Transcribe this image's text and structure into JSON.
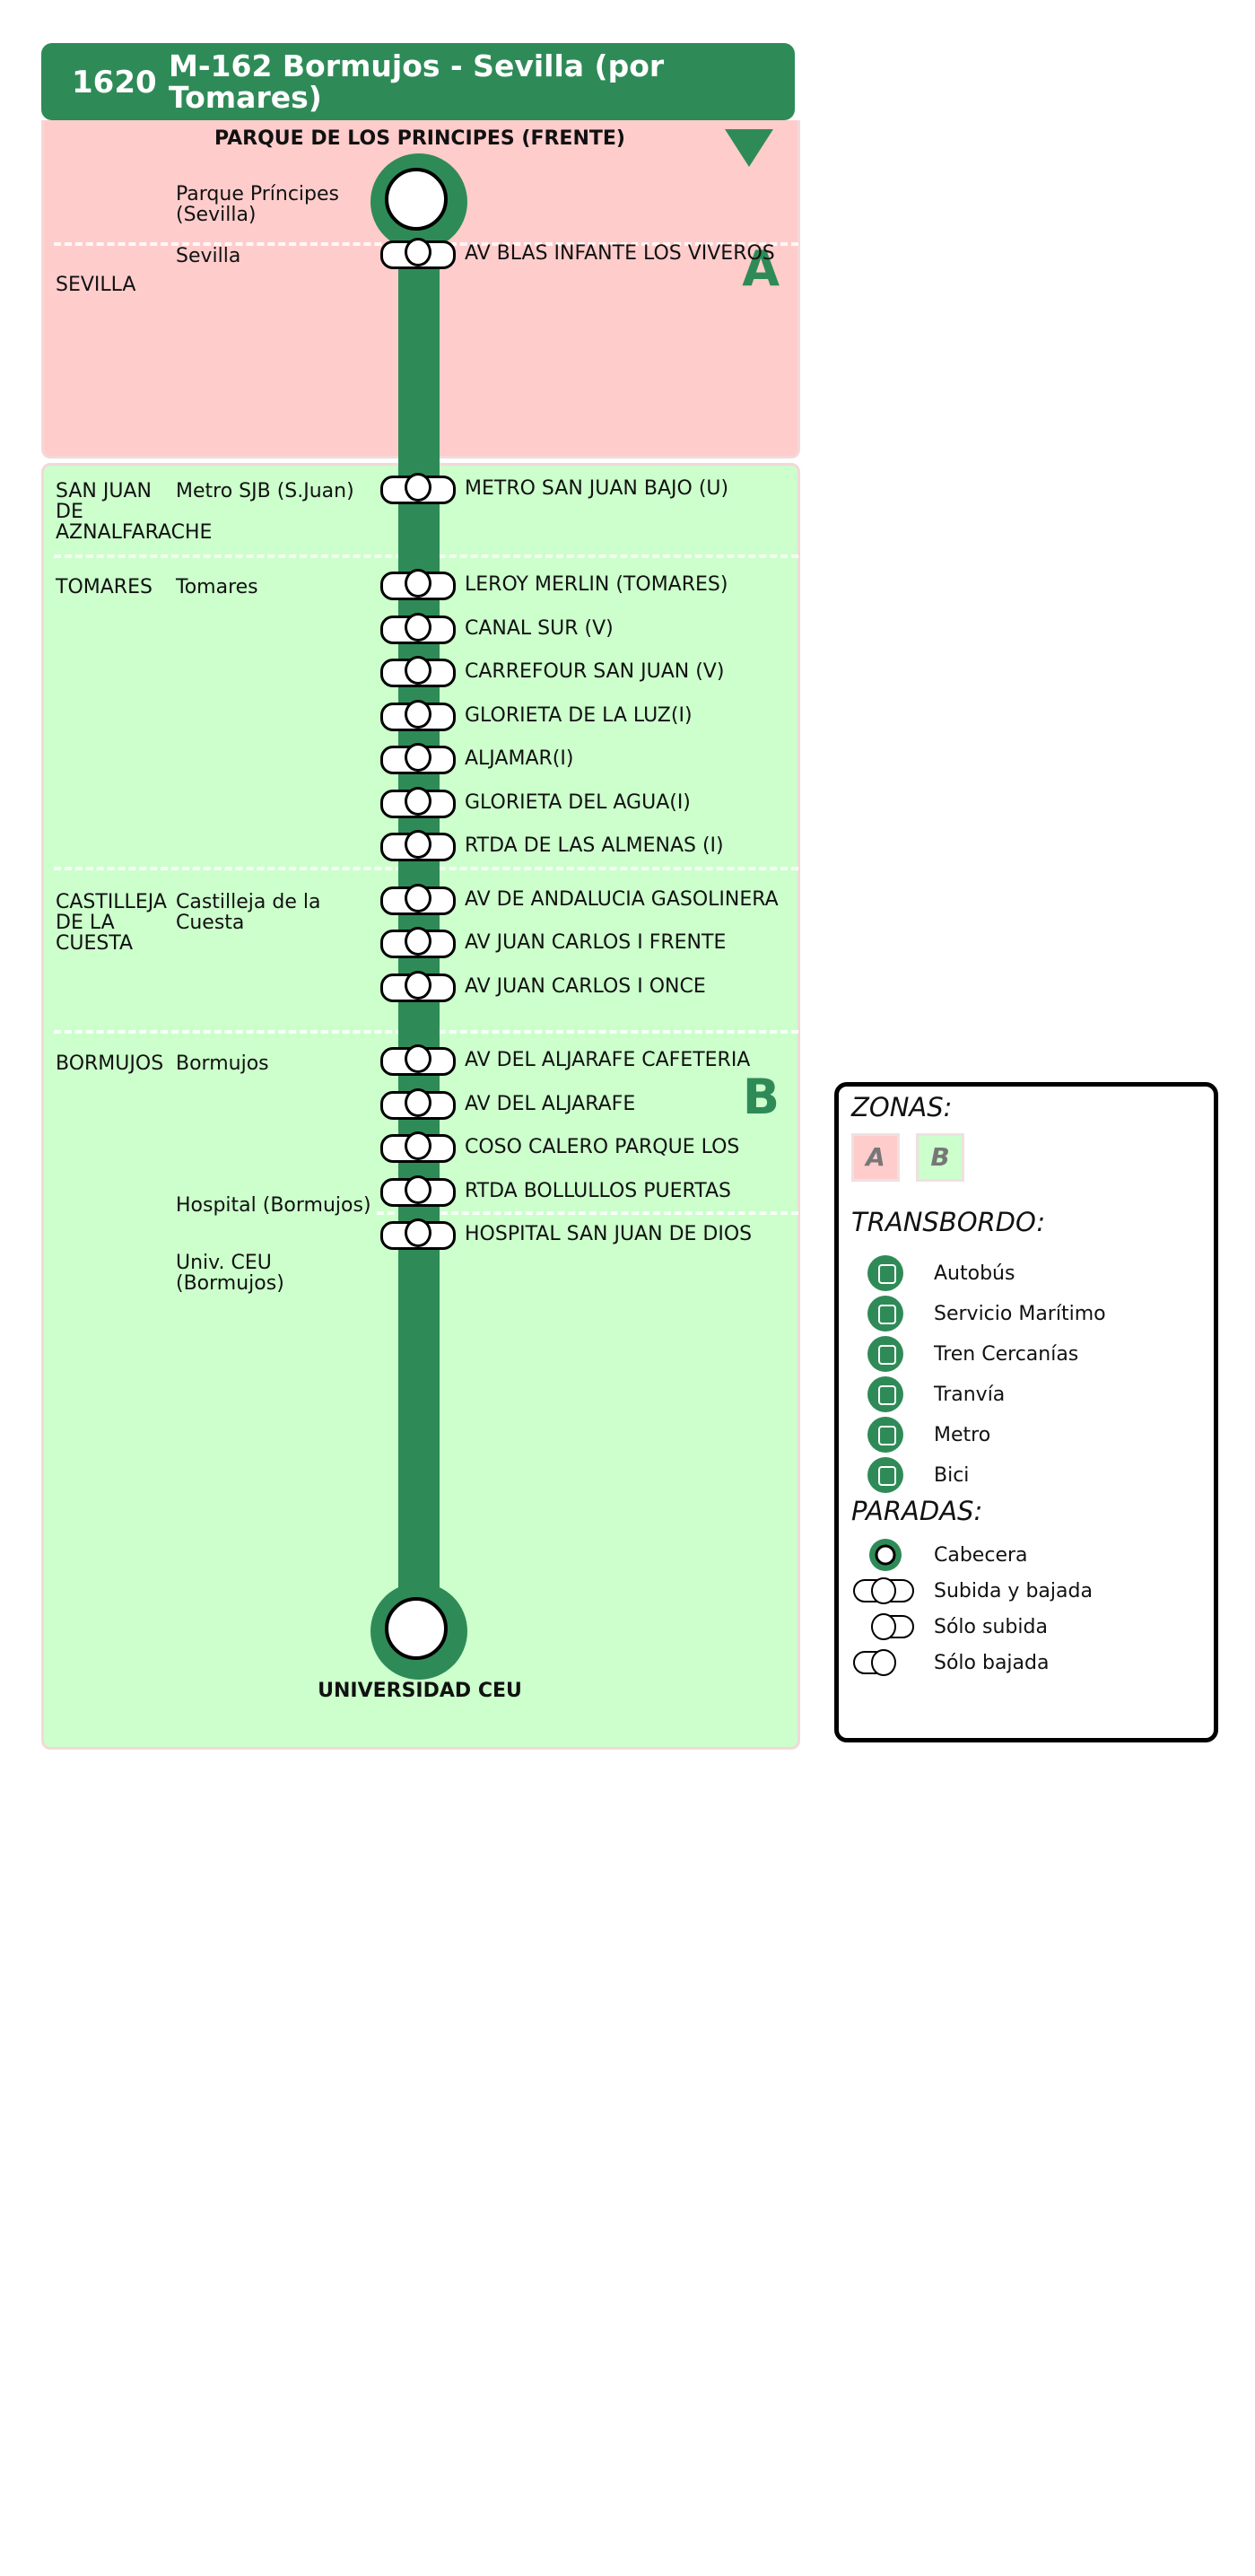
{
  "header": {
    "code": "1620",
    "title": "M-162 Bormujos - Sevilla (por Tomares)"
  },
  "route": {
    "origin": "PARQUE DE LOS PRINCIPES (FRENTE)",
    "destination": "UNIVERSIDAD CEU",
    "zones": [
      "A",
      "B"
    ],
    "municipalities": [
      "SEVILLA",
      "SAN JUAN DE AZNALFARACHE",
      "TOMARES",
      "CASTILLEJA DE LA CUESTA",
      "BORMUJOS"
    ],
    "localities": [
      "Parque Príncipes (Sevilla)",
      "Sevilla",
      "Metro SJB (S.Juan)",
      "Tomares",
      "Castilleja de la Cuesta",
      "Bormujos",
      "Hospital (Bormujos)",
      "Univ. CEU (Bormujos)"
    ],
    "stops": [
      "AV BLAS INFANTE LOS VIVEROS",
      "METRO SAN JUAN BAJO (U)",
      "LEROY MERLIN (TOMARES)",
      "CANAL SUR (V)",
      "CARREFOUR SAN JUAN (V)",
      "GLORIETA DE LA LUZ(I)",
      "ALJAMAR(I)",
      "GLORIETA DEL AGUA(I)",
      "RTDA  DE LAS ALMENAS (I)",
      "AV DE ANDALUCIA GASOLINERA",
      "AV JUAN CARLOS I FRENTE",
      "AV JUAN CARLOS I ONCE",
      "AV DEL ALJARAFE CAFETERIA",
      "AV DEL ALJARAFE",
      "COSO CALERO PARQUE LOS",
      "RTDA BOLLULLOS PUERTAS",
      "HOSPITAL SAN JUAN DE DIOS"
    ]
  },
  "legend": {
    "zonas_title": "ZONAS:",
    "zonas": [
      "A",
      "B"
    ],
    "transbordo_title": "TRANSBORDO:",
    "transbordo": [
      "Autobús",
      "Servicio Marítimo",
      "Tren Cercanías",
      "Tranvía",
      "Metro",
      "Bici"
    ],
    "paradas_title": "PARADAS:",
    "paradas": [
      "Cabecera",
      "Subida y bajada",
      "Sólo subida",
      "Sólo bajada"
    ]
  },
  "colors": {
    "line": "#2e8b57",
    "zoneA": "#ffcccc",
    "zoneB": "#ccffcc"
  }
}
